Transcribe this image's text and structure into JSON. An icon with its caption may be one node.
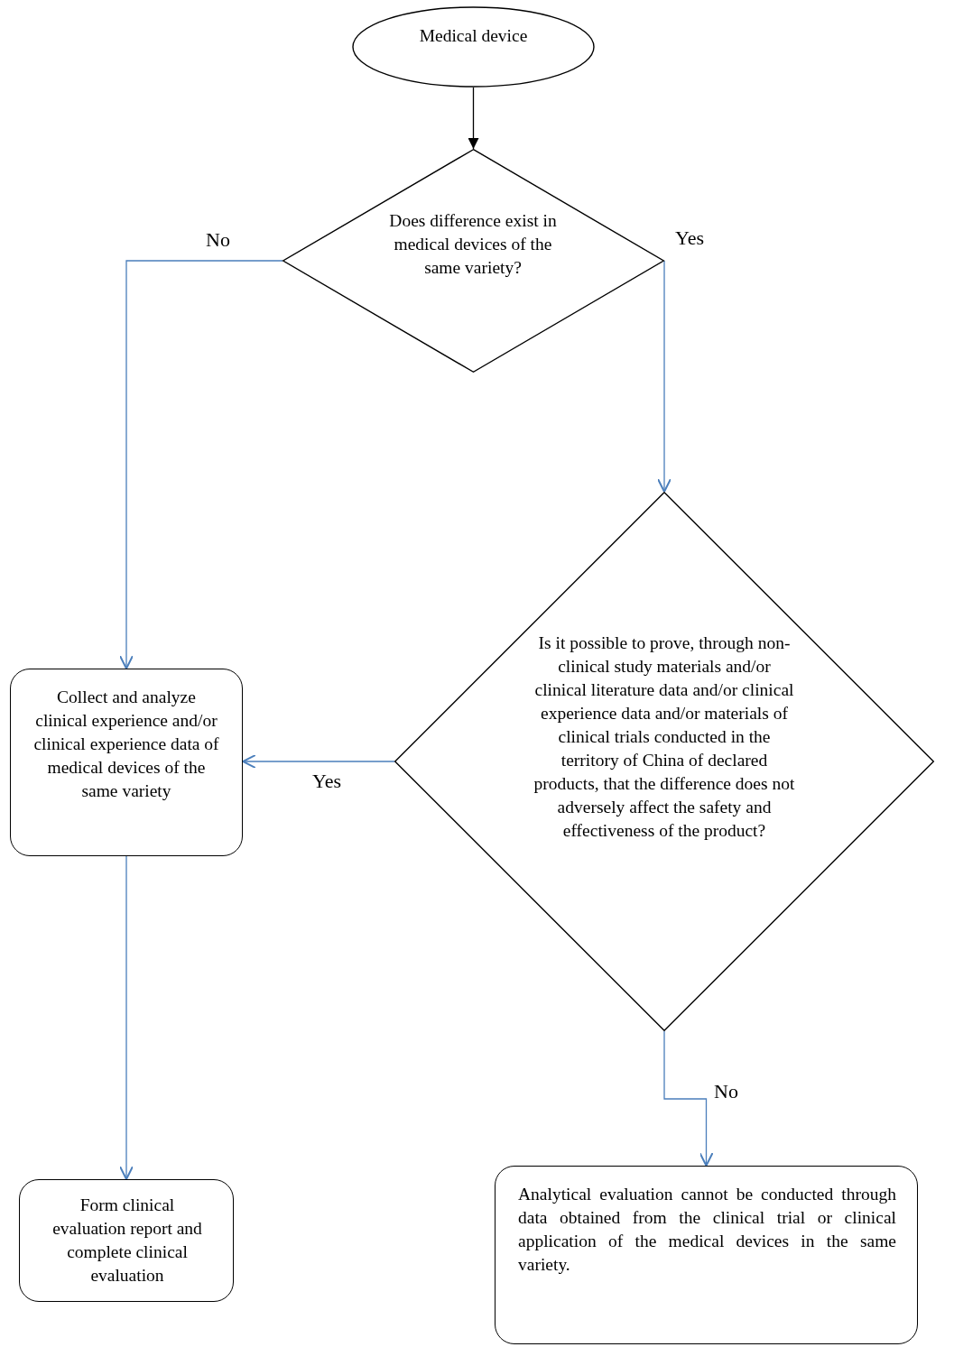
{
  "diagram": {
    "nodes": [
      {
        "text": [
          "Medical device"
        ]
      },
      {
        "text": [
          "Does difference exist in medical devices of the same variety?"
        ]
      },
      {
        "text": [
          "Collect and analyze clinical experience and/or clinical experience data of medical devices of the same variety"
        ]
      },
      {
        "text": [
          "Is it possible to prove, through non-clinical study materials and/or clinical literature data and/or clinical experience data and/or materials of clinical trials conducted in the territory of China of declared products, that the difference does not adversely affect the safety and effectiveness of the product?"
        ]
      },
      {
        "text": [
          "Form clinical evaluation report and complete clinical evaluation"
        ]
      },
      {
        "text": [
          "Analytical evaluation cannot be conducted through data obtained from the clinical trial or clinical application of the medical devices in the same variety."
        ]
      }
    ],
    "edges": [
      {
        "from": 0,
        "to": 1,
        "arrow": "to",
        "color": "#000000"
      },
      {
        "from": 1,
        "to": 2,
        "arrow": "to",
        "label": "No"
      },
      {
        "from": 1,
        "to": 3,
        "arrow": "to",
        "label": "Yes"
      },
      {
        "from": 3,
        "to": 2,
        "arrow": "to",
        "label": "Yes"
      },
      {
        "from": 2,
        "to": 4,
        "arrow": "to"
      },
      {
        "from": 3,
        "to": 5,
        "arrow": "to",
        "label": "No"
      }
    ]
  }
}
